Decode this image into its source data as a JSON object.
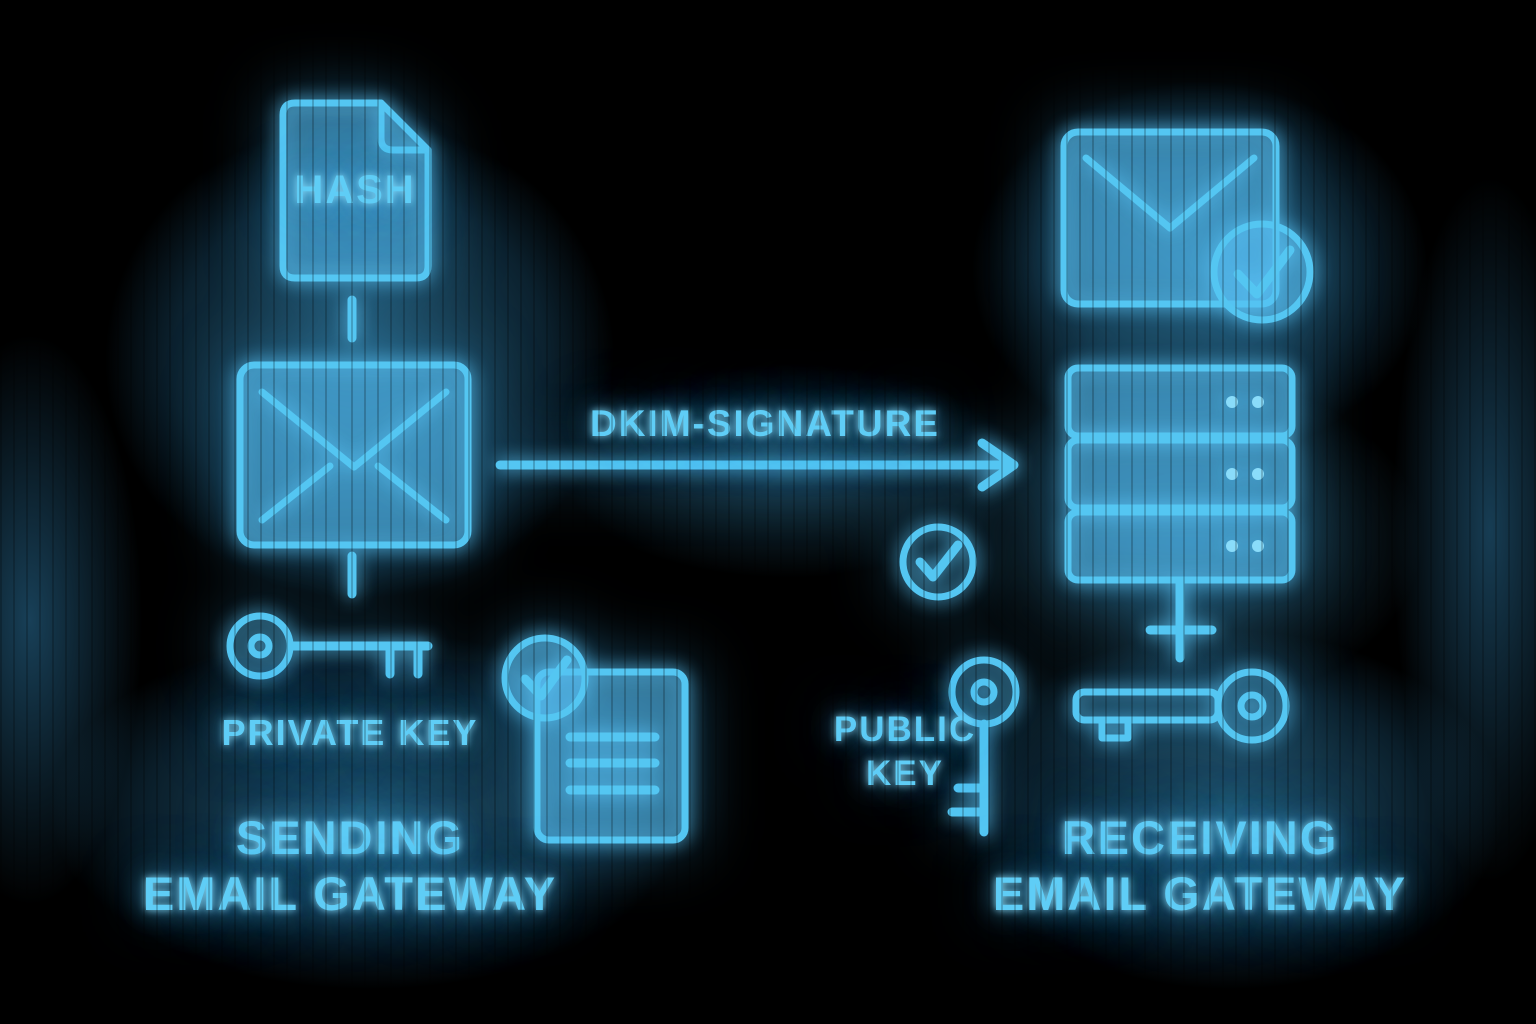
{
  "page": {
    "title": "DKIM Signature Flow Diagram"
  },
  "colors": {
    "background": "#000000",
    "neon": "#4fc3f7"
  },
  "left_flow": {
    "hash_label": "HASH",
    "private_key_label": "PRIVATE KEY",
    "gateway_label_line1": "SENDING",
    "gateway_label_line2": "EMAIL GATEWAY"
  },
  "arrow": {
    "label": "DKIM-SIGNATURE"
  },
  "right_flow": {
    "public_key_label_line1": "PUBLIC",
    "public_key_label_line2": "KEY",
    "gateway_label_line1": "RECEIVING",
    "gateway_label_line2": "EMAIL GATEWAY"
  },
  "icons": {
    "hash_document": "document-with-folded-corner",
    "outgoing_email": "envelope",
    "private_key": "horizontal-key",
    "signed_document": "document-with-check-badge",
    "dkim_arrow": "right-arrow",
    "received_email": "envelope-with-check-badge",
    "mail_server": "server-stack",
    "verification_check": "check-circle",
    "public_key": "vertical-key",
    "gateway_key": "horizontal-key"
  }
}
